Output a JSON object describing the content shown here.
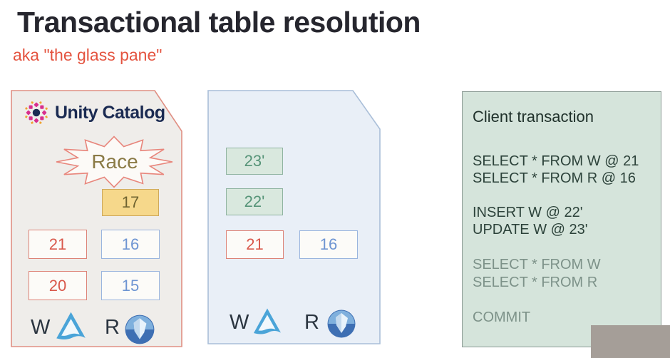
{
  "page": {
    "title": "Transactional table resolution",
    "subtitle": "aka \"the glass pane\""
  },
  "colors": {
    "title_text": "#26262e",
    "subtitle_text": "#e4533f",
    "uc_panel_fill": "#efedea",
    "uc_panel_border": "#e09084",
    "snapshot_panel_fill": "#e9eff7",
    "snapshot_panel_border": "#a9bed8",
    "client_panel_fill": "#d5e4db",
    "client_panel_border": "#8b9a94",
    "red_box_text": "#d9584b",
    "blue_box_text": "#6e95d2",
    "green_box_text": "#569478",
    "yellow_box_fill": "#f6d88b",
    "race_text": "#8a7a45",
    "muted_sql_text": "#7d9289",
    "overlay_gray": "#a59e98"
  },
  "uc_panel": {
    "logo_icon": "unity-catalog-icon",
    "logo_label": "Unity Catalog",
    "race_label": "Race",
    "pending_version": "17",
    "w_versions": [
      "21",
      "20"
    ],
    "r_versions": [
      "16",
      "15"
    ],
    "w_label": "W",
    "r_label": "R",
    "w_icon": "delta-lake-icon",
    "r_icon": "iceberg-icon"
  },
  "snapshot_panel": {
    "staged_versions": [
      "23'",
      "22'"
    ],
    "w_version": "21",
    "r_version": "16",
    "w_label": "W",
    "r_label": "R",
    "w_icon": "delta-lake-icon",
    "r_icon": "iceberg-icon"
  },
  "client_panel": {
    "header": "Client transaction",
    "blocks": [
      {
        "muted": false,
        "lines": [
          "SELECT * FROM W @ 21",
          "SELECT * FROM R @ 16"
        ]
      },
      {
        "muted": false,
        "lines": [
          "INSERT W @ 22'",
          "UPDATE W @ 23'"
        ]
      },
      {
        "muted": true,
        "lines": [
          "SELECT * FROM W",
          "SELECT * FROM R"
        ]
      },
      {
        "muted": true,
        "lines": [
          "COMMIT"
        ]
      }
    ]
  }
}
